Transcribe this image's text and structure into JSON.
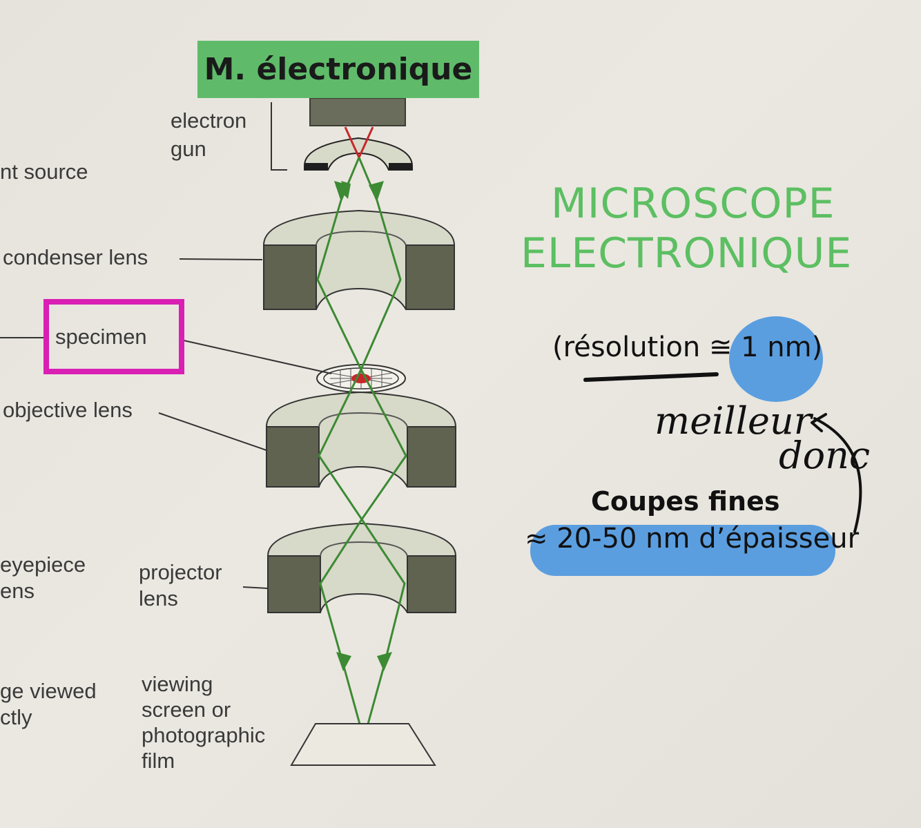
{
  "diagram_title": "M. électronique",
  "labels_left": {
    "source": "nt source",
    "condenser": "condenser lens",
    "specimen": "specimen",
    "objective": "objective lens",
    "eyepiece_1": "eyepiece",
    "eyepiece_2": "ens",
    "viewed_1": "ge viewed",
    "viewed_2": "ctly"
  },
  "labels_center": {
    "gun_1": "electron",
    "gun_2": "gun",
    "projector_1": "projector",
    "projector_2": "lens",
    "screen_1": "viewing",
    "screen_2": "screen or",
    "screen_3": "photographic",
    "screen_4": "film"
  },
  "right_panel": {
    "heading_1": "MICROSCOPE",
    "heading_2": "ELECTRONIQUE",
    "resolution": "(résolution ≅ 1 nm)",
    "handwritten_1": "meilleur",
    "handwritten_2": "donc",
    "sections": "Coupes fines",
    "thickness": "≈ 20-50 nm d’épaisseur"
  },
  "colors": {
    "title_bg": "#5fbb6a",
    "heading_green": "#5cbf62",
    "ray_green": "#3c8a33",
    "ray_red": "#c8262a",
    "magenta_box": "#d91fb4",
    "highlight_blue": "#5b9ee0",
    "lens_dark": "#5f6350",
    "lens_light": "#d7d9c9"
  }
}
